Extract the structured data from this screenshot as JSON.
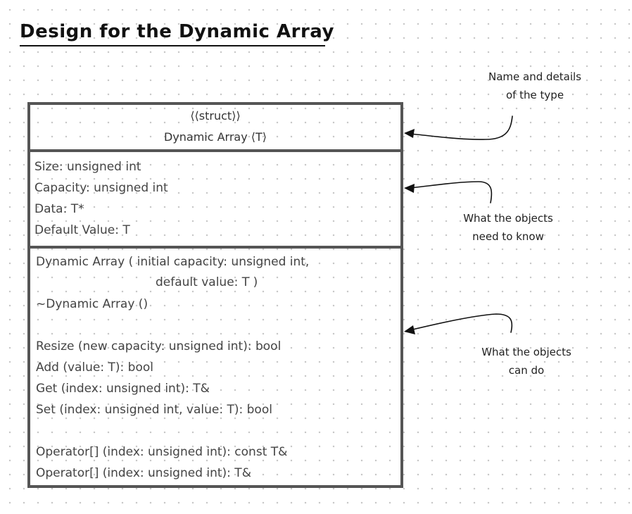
{
  "title": "Design for the Dynamic Array",
  "uml": {
    "stereotype": "⟨⟨struct⟩⟩",
    "class_name": "Dynamic Array ⟨T⟩",
    "attributes": [
      "Size: unsigned int",
      "Capacity: unsigned int",
      "Data: T*",
      "Default Value: T"
    ],
    "methods": [
      "Dynamic Array ( initial capacity: unsigned int,",
      "default value: T )",
      "~Dynamic Array ()",
      "Resize (new capacity: unsigned int): bool",
      "Add (value: T): bool",
      "Get (index: unsigned int): T&",
      "Set (index: unsigned int, value: T): bool",
      "Operator[] (index: unsigned int): const T&",
      "Operator[] (index: unsigned int): T&"
    ]
  },
  "annotations": {
    "type_note": [
      "Name and details",
      "of the type"
    ],
    "fields_note": [
      "What the objects",
      "need to know"
    ],
    "methods_note": [
      "What the objects",
      "can do"
    ]
  },
  "colors": {
    "box_stroke": "#555555",
    "arrow": "#111111",
    "dot_grid": "#c8c8c8"
  }
}
